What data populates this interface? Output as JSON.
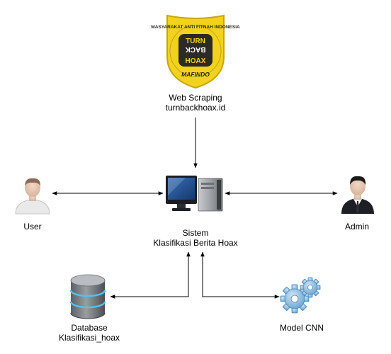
{
  "logo": {
    "ring_text": "MASYARAKAT ANTI FITNAH INDONESIA",
    "center_lines": [
      "TURN",
      "BACK",
      "HOAX"
    ],
    "org": "MAFINDO",
    "colors": {
      "gold": "#f2d21b",
      "dark": "#2b2a26",
      "outline": "#c9a512"
    }
  },
  "nodes": {
    "web_scraping": {
      "line1": "Web Scraping",
      "line2": "turnbackhoax.id"
    },
    "system": {
      "line1": "Sistem",
      "line2": "Klasifikasi Berita Hoax",
      "icon": "computer-icon"
    },
    "user": {
      "label": "User",
      "icon": "user-avatar-icon"
    },
    "admin": {
      "label": "Admin",
      "icon": "admin-avatar-icon"
    },
    "database": {
      "line1": "Database",
      "line2": "Klasifikasi_hoax",
      "icon": "database-icon"
    },
    "model": {
      "label": "Model CNN",
      "icon": "gears-icon"
    }
  },
  "edges": [
    {
      "from": "web_scraping",
      "to": "system",
      "style": "arrow"
    },
    {
      "from": "user",
      "to": "system",
      "style": "bidirectional"
    },
    {
      "from": "admin",
      "to": "system",
      "style": "bidirectional"
    },
    {
      "from": "database",
      "to": "system",
      "style": "bidirectional-elbow"
    },
    {
      "from": "model",
      "to": "system",
      "style": "bidirectional-elbow"
    }
  ],
  "colors": {
    "line": "#000000",
    "db_blue": "#4ec3ef",
    "gear_blue": "#7bb7e0"
  }
}
